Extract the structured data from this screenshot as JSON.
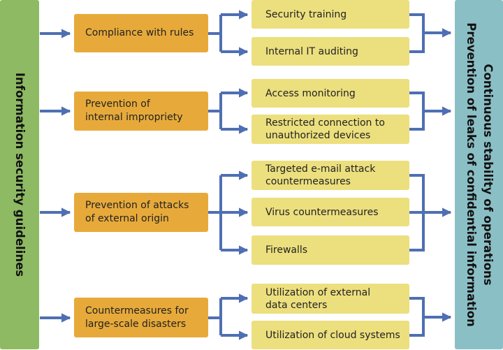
{
  "left_label": "Information security guidelines",
  "right_label": {
    "line1": "Continuous stability of operations",
    "line2": "Prevention of leaks of confidential information"
  },
  "groups": [
    {
      "category": [
        "Compliance with rules"
      ],
      "items": [
        [
          "Security training"
        ],
        [
          "Internal IT auditing"
        ]
      ]
    },
    {
      "category": [
        "Prevention of",
        "internal impropriety"
      ],
      "items": [
        [
          "Access monitoring"
        ],
        [
          "Restricted connection to",
          "unauthorized devices"
        ]
      ]
    },
    {
      "category": [
        "Prevention of attacks",
        "of external origin"
      ],
      "items": [
        [
          "Targeted e-mail attack",
          "countermeasures"
        ],
        [
          "Virus countermeasures"
        ],
        [
          "Firewalls"
        ]
      ]
    },
    {
      "category": [
        "Countermeasures for",
        "large-scale disasters"
      ],
      "items": [
        [
          "Utilization of external",
          "data centers"
        ],
        [
          "Utilization of cloud systems"
        ]
      ]
    }
  ],
  "colors": {
    "left_bar": "#8dba62",
    "right_bar": "#8bbfc6",
    "category_box": "#e7aa3a",
    "item_box": "#ecdf7e",
    "arrow": "#4f6fb3"
  }
}
